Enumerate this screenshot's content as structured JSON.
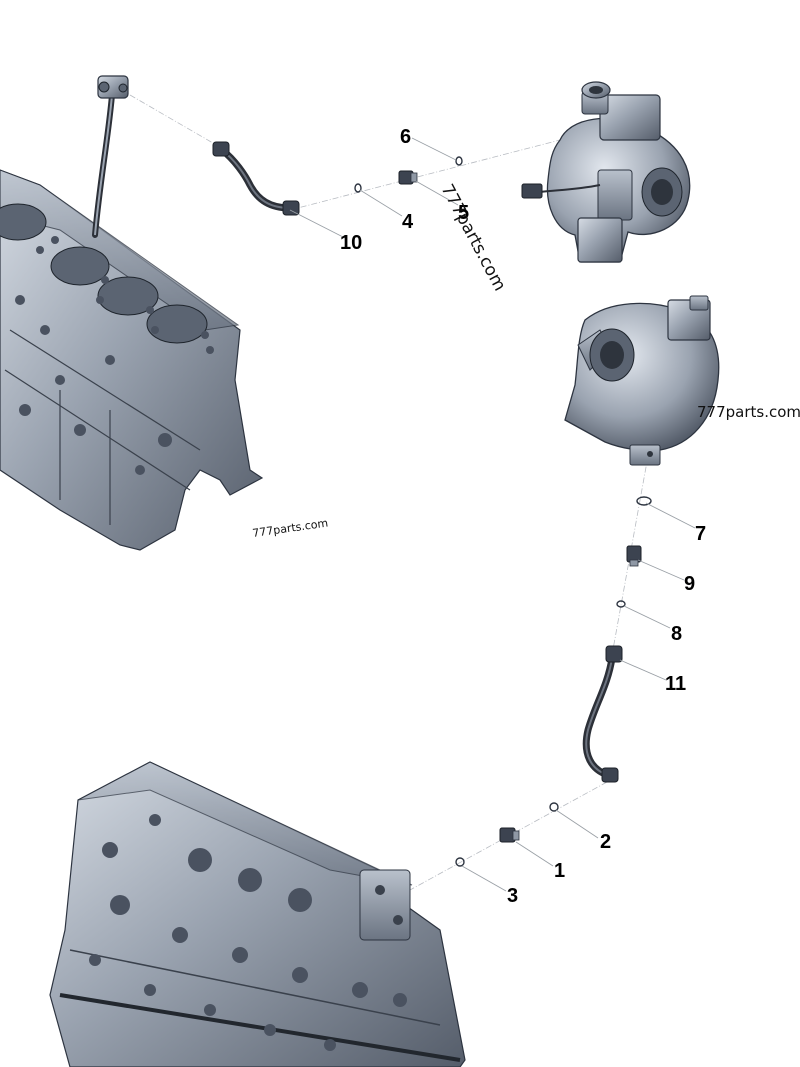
{
  "diagram": {
    "callouts": [
      {
        "id": "c1",
        "label": "1"
      },
      {
        "id": "c2",
        "label": "2"
      },
      {
        "id": "c3",
        "label": "3"
      },
      {
        "id": "c4",
        "label": "4"
      },
      {
        "id": "c5",
        "label": "5"
      },
      {
        "id": "c6",
        "label": "6"
      },
      {
        "id": "c7",
        "label": "7"
      },
      {
        "id": "c8",
        "label": "8"
      },
      {
        "id": "c9",
        "label": "9"
      },
      {
        "id": "c10",
        "label": "10"
      },
      {
        "id": "c11",
        "label": "11"
      }
    ],
    "watermarks": [
      "777parts.com",
      "777parts.com",
      "777parts.com"
    ]
  },
  "colors": {
    "metal_light": "#c9d0d9",
    "metal_mid": "#8f98a5",
    "metal_dark": "#4a5260",
    "outline": "#2d3440",
    "leader": "#9aa0a6",
    "background": "#ffffff"
  }
}
